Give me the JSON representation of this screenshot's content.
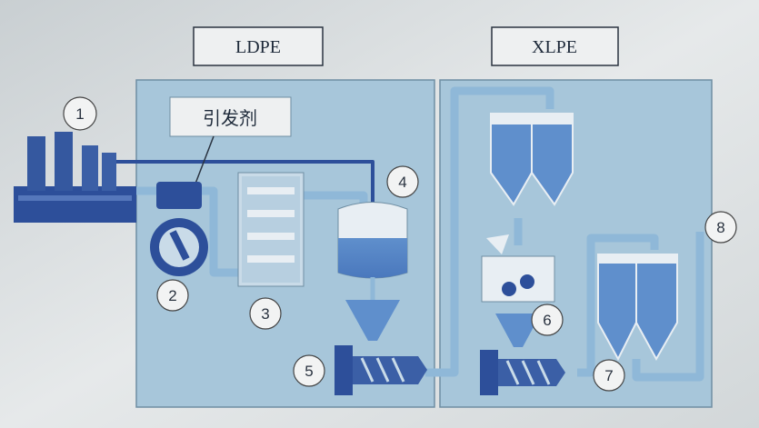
{
  "labels": {
    "ldpe": "LDPE",
    "xlpe": "XLPE",
    "initiator": "引发剂"
  },
  "steps": [
    "1",
    "2",
    "3",
    "4",
    "5",
    "6",
    "7",
    "8"
  ],
  "colors": {
    "background": "#dfe3e4",
    "panel": "#a7c6da",
    "pipe": "#8fb8d8",
    "equipment_dark": "#2d4f9a",
    "tank_light": "#e8eef3"
  }
}
